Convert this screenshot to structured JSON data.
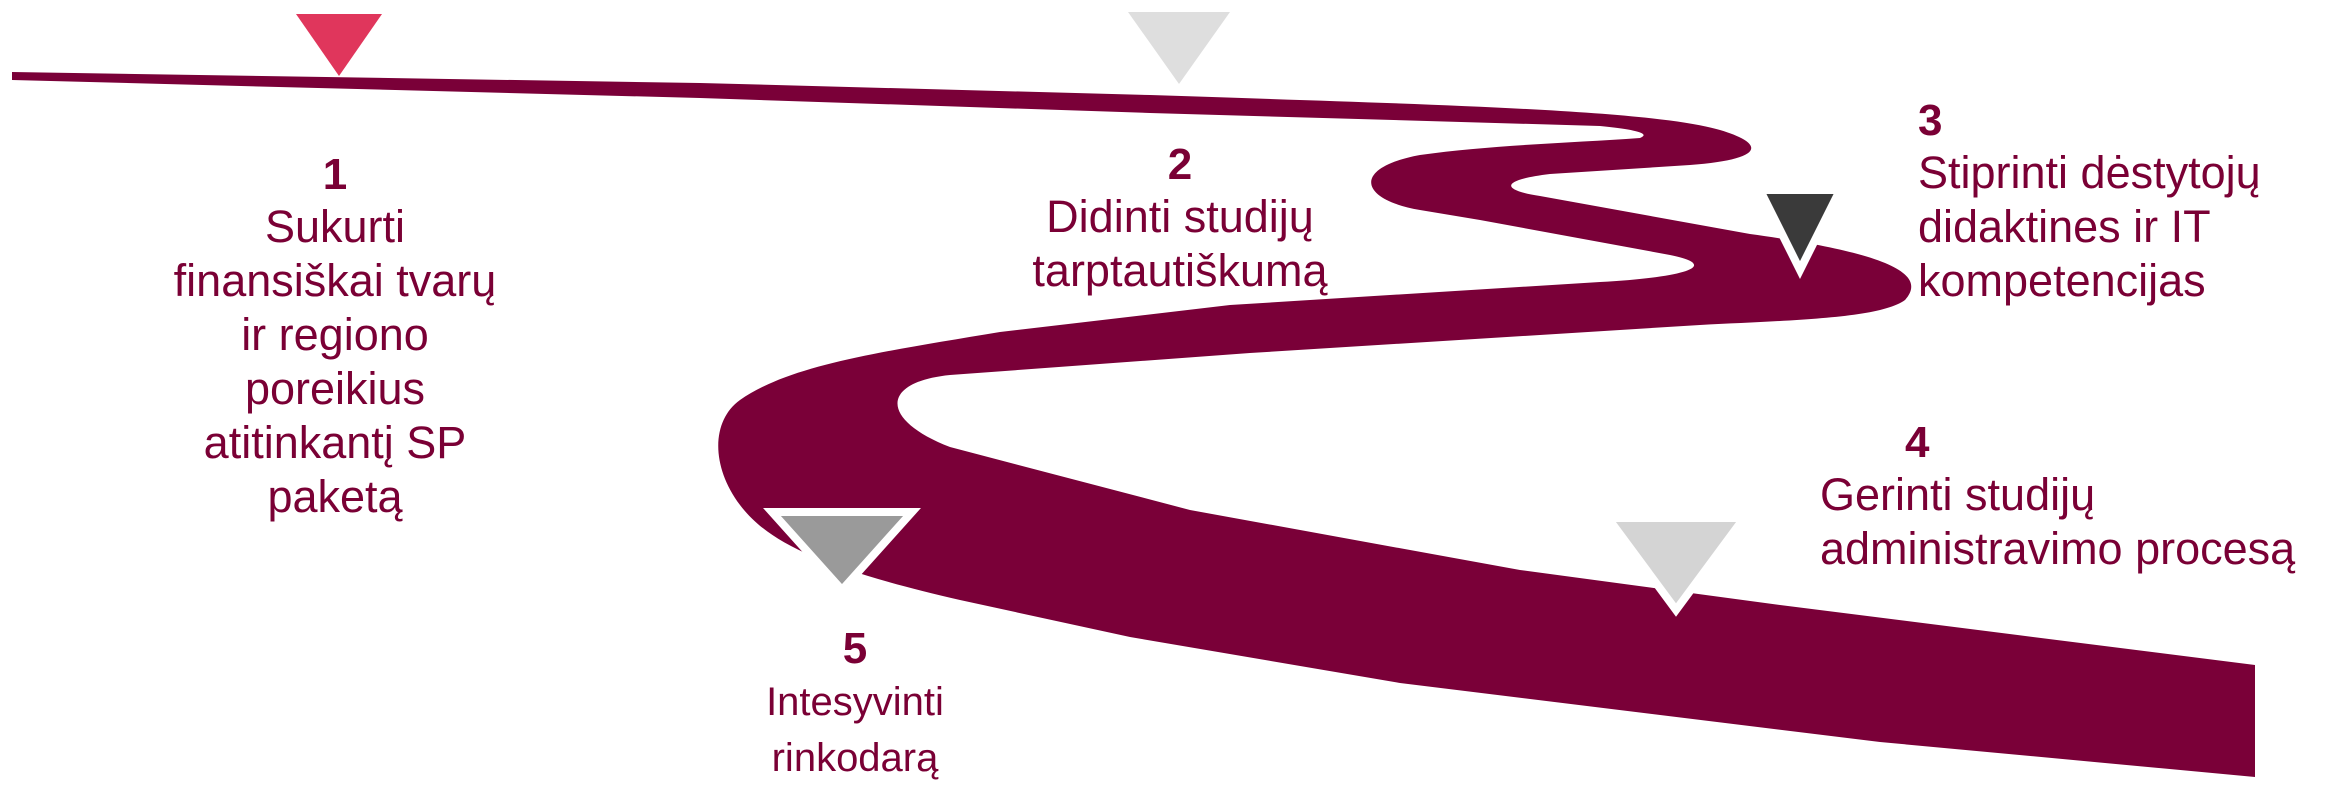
{
  "colors": {
    "road": "#7a0038",
    "text": "#7a0035",
    "marker_1": "#e0365c",
    "marker_2": "#dedede",
    "marker_3": "#3a3a3a",
    "marker_4": "#d4d4d4",
    "marker_5": "#9a9a9a"
  },
  "steps": [
    {
      "number": "1",
      "label": "Sukurti\nfinansiškai tvarų\nir regiono\nporeikius\natitinkantį SP\npaketą"
    },
    {
      "number": "2",
      "label": "Didinti studijų\ntarptautiškumą"
    },
    {
      "number": "3",
      "label": "Stiprinti dėstytojų\ndidaktines ir IT\nkompetencijas"
    },
    {
      "number": "4",
      "label": "Gerinti studijų\nadministravimo procesą"
    },
    {
      "number": "5",
      "label": "Intesyvinti\nrinkodarą"
    }
  ],
  "markers": [
    {
      "step": "1",
      "icon": "triangle-down-marker-icon"
    },
    {
      "step": "2",
      "icon": "triangle-down-marker-icon"
    },
    {
      "step": "3",
      "icon": "triangle-down-marker-icon"
    },
    {
      "step": "4",
      "icon": "triangle-down-marker-icon"
    },
    {
      "step": "5",
      "icon": "triangle-down-marker-icon"
    }
  ]
}
